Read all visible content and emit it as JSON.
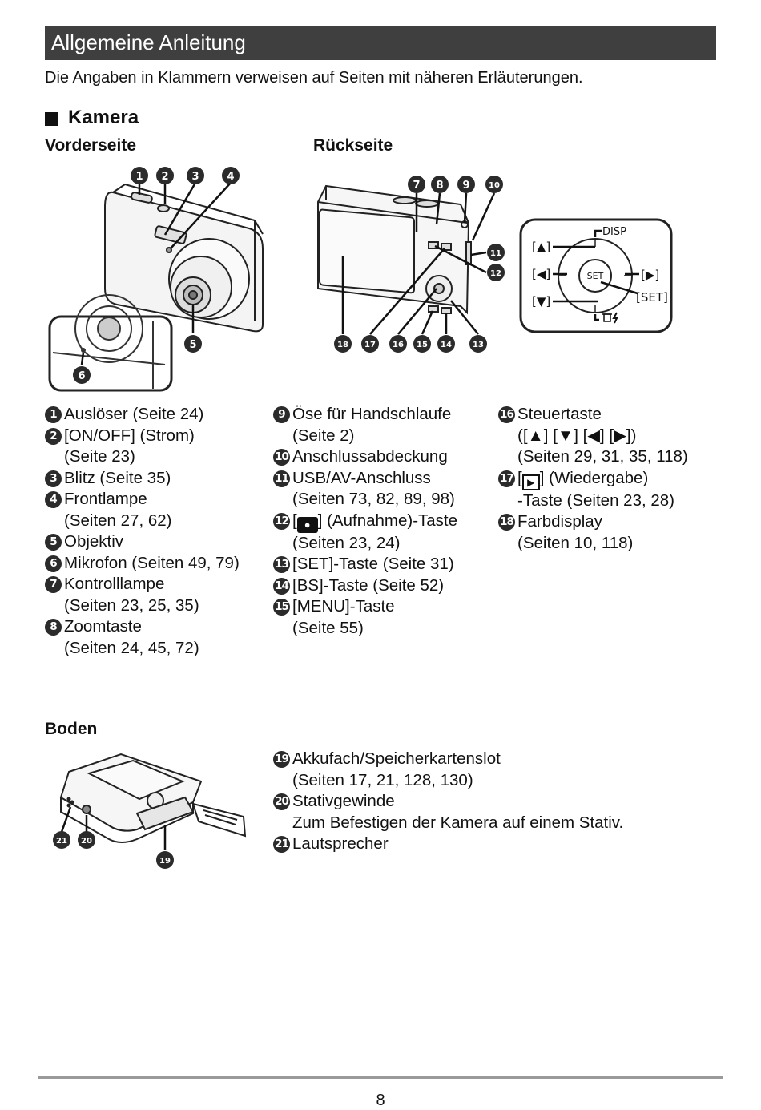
{
  "header": {
    "title": "Allgemeine Anleitung"
  },
  "intro": "Die Angaben in Klammern verweisen auf Seiten mit näheren Erläuterungen.",
  "section": {
    "title": "Kamera"
  },
  "views": {
    "front": "Vorderseite",
    "back": "Rückseite",
    "bottom": "Boden"
  },
  "dpad_labels": {
    "disp": "DISP",
    "up": "[▲]",
    "left": "[◀]",
    "down": "[▼]",
    "right": "[▶]",
    "set": "[SET]",
    "set_button": "SET"
  },
  "callouts": [
    "1",
    "2",
    "3",
    "4",
    "5",
    "6",
    "7",
    "8",
    "9",
    "10",
    "11",
    "12",
    "13",
    "14",
    "15",
    "16",
    "17",
    "18",
    "19",
    "20",
    "21"
  ],
  "legend": {
    "col1": [
      {
        "n": "1",
        "text": "Auslöser (Seite 24)"
      },
      {
        "n": "2",
        "text": "[ON/OFF] (Strom)\n(Seite 23)"
      },
      {
        "n": "3",
        "text": "Blitz (Seite 35)"
      },
      {
        "n": "4",
        "text": "Frontlampe\n(Seiten 27, 62)"
      },
      {
        "n": "5",
        "text": "Objektiv"
      },
      {
        "n": "6",
        "text": "Mikrofon (Seiten 49, 79)"
      },
      {
        "n": "7",
        "text": "Kontrolllampe\n(Seiten 23, 25, 35)"
      },
      {
        "n": "8",
        "text": "Zoomtaste\n(Seiten 24, 45, 72)"
      }
    ],
    "col2": [
      {
        "n": "9",
        "text": "Öse für Handschlaufe\n(Seite 2)"
      },
      {
        "n": "10",
        "text": "Anschlussabdeckung"
      },
      {
        "n": "11",
        "text": "USB/AV-Anschluss\n(Seiten 73, 82, 89, 98)"
      },
      {
        "n": "12",
        "pre": "[",
        "post": "] (Aufnahme)-Taste\n(Seiten 23, 24)"
      },
      {
        "n": "13",
        "text": "[SET]-Taste (Seite 31)"
      },
      {
        "n": "14",
        "text": "[BS]-Taste (Seite 52)"
      },
      {
        "n": "15",
        "text": "[MENU]-Taste\n(Seite 55)"
      }
    ],
    "col3": [
      {
        "n": "16",
        "text": "Steuertaste\n([▲] [▼] [◀] [▶])\n(Seiten 29, 31, 35, 118)"
      },
      {
        "n": "17",
        "pre": "[",
        "post": "] (Wiedergabe)\n-Taste (Seiten 23, 28)"
      },
      {
        "n": "18",
        "text": "Farbdisplay\n(Seiten 10, 118)"
      }
    ],
    "bottom": [
      {
        "n": "19",
        "text": "Akkufach/Speicherkartenslot\n(Seiten 17, 21, 128, 130)"
      },
      {
        "n": "20",
        "text": "Stativgewinde\nZum Befestigen der Kamera auf einem Stativ."
      },
      {
        "n": "21",
        "text": "Lautsprecher"
      }
    ]
  },
  "footer": {
    "page_number": "8"
  }
}
